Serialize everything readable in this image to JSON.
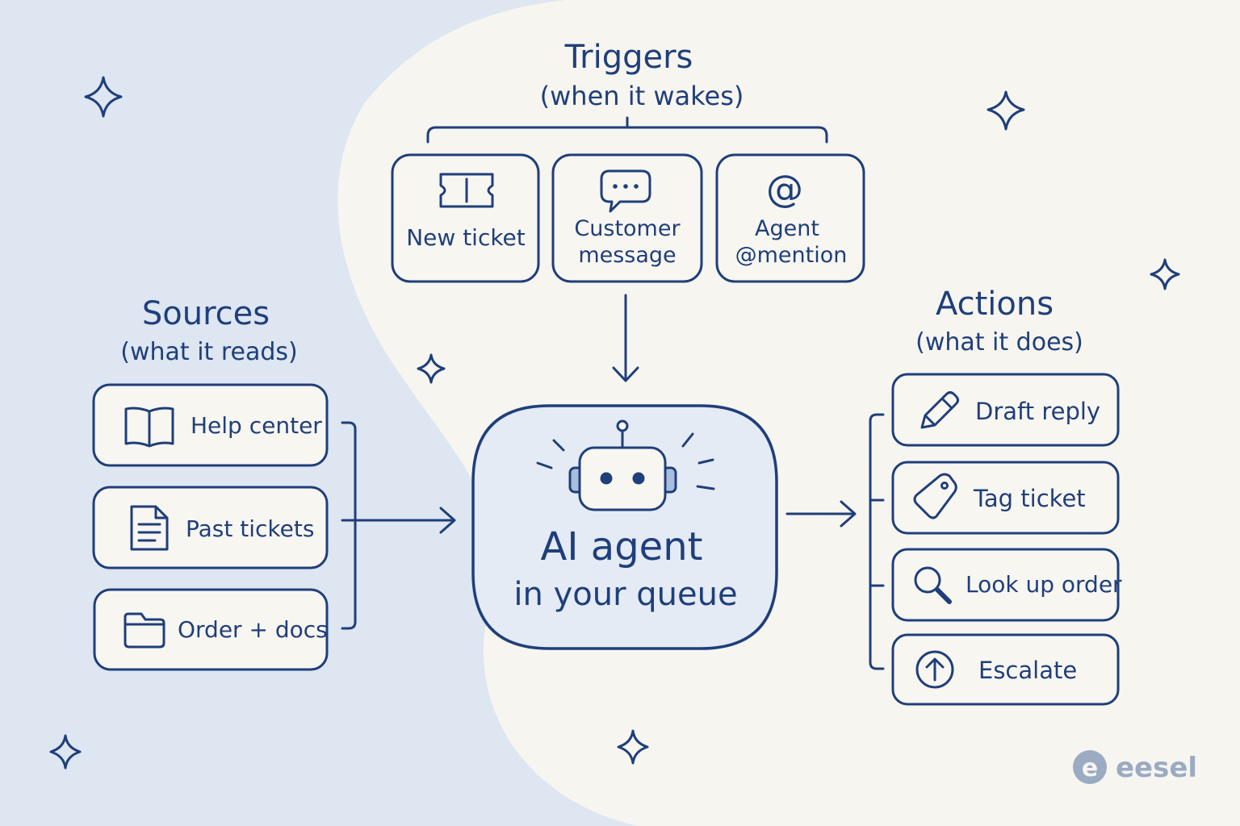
{
  "colors": {
    "ink": "#1f3f7a",
    "background": "#f7f5f0",
    "blob": "#dde6f1",
    "agent_fill": "#e4ebf5",
    "logo": "#9aabc2"
  },
  "triggers": {
    "title": "Triggers",
    "subtitle": "(when it wakes)",
    "items": [
      {
        "icon": "ticket-icon",
        "lines": [
          "New ticket"
        ]
      },
      {
        "icon": "chat-bubble-icon",
        "lines": [
          "Customer",
          "message"
        ]
      },
      {
        "icon": "at-sign-icon",
        "lines": [
          "Agent",
          "@mention"
        ]
      }
    ]
  },
  "sources": {
    "title": "Sources",
    "subtitle": "(what it reads)",
    "items": [
      {
        "icon": "book-icon",
        "label": "Help center"
      },
      {
        "icon": "document-icon",
        "label": "Past tickets"
      },
      {
        "icon": "folder-icon",
        "label": "Order + docs"
      }
    ]
  },
  "agent": {
    "icon": "robot-icon",
    "line1": "AI agent",
    "line2": "in your queue"
  },
  "actions": {
    "title": "Actions",
    "subtitle": "(what it does)",
    "items": [
      {
        "icon": "pencil-icon",
        "label": "Draft reply"
      },
      {
        "icon": "tag-icon",
        "label": "Tag ticket"
      },
      {
        "icon": "magnifier-icon",
        "label": "Look up order"
      },
      {
        "icon": "arrow-up-circle-icon",
        "label": "Escalate"
      }
    ]
  },
  "logo": {
    "icon": "eesel-logo-icon",
    "text": "eesel"
  }
}
